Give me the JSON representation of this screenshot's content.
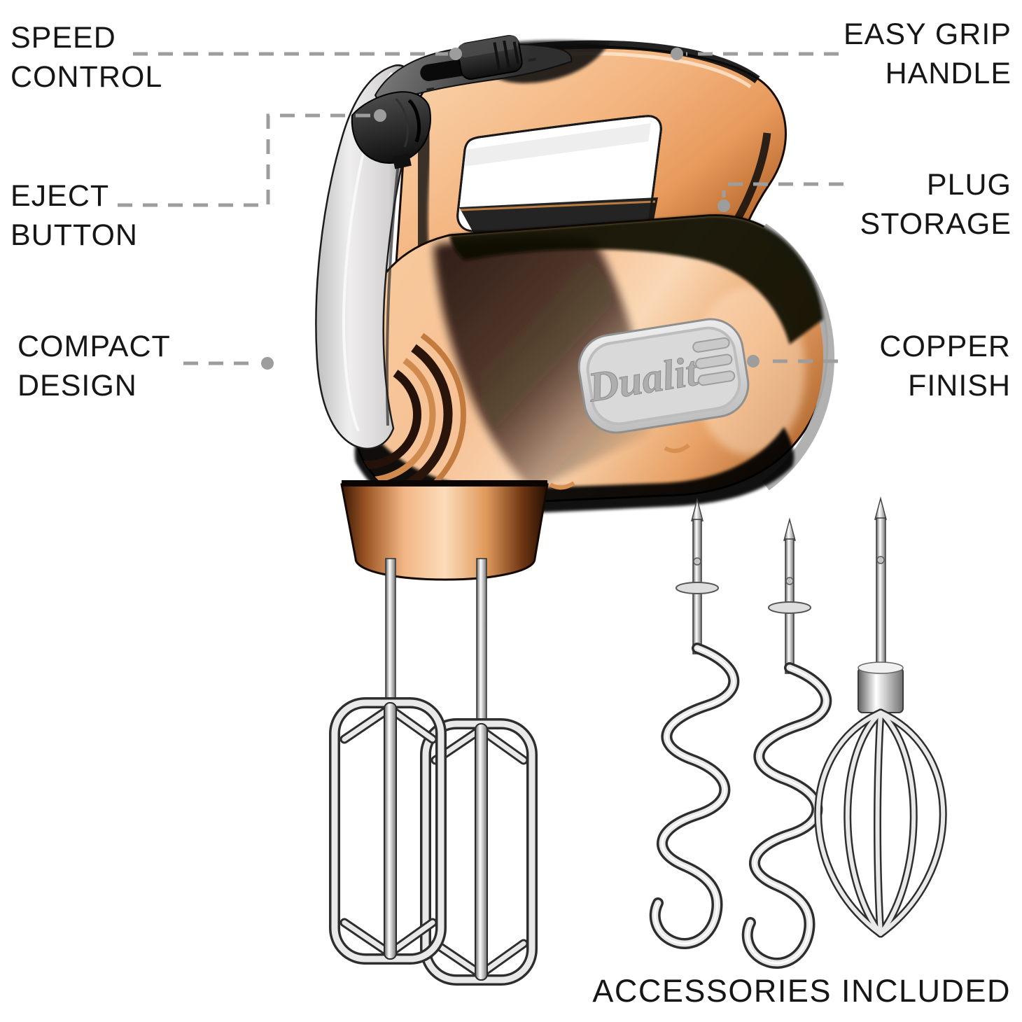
{
  "callouts": {
    "speed_control": {
      "label": "SPEED\nCONTROL"
    },
    "eject_button": {
      "label": "EJECT\nBUTTON"
    },
    "compact_design": {
      "label": "COMPACT\nDESIGN"
    },
    "easy_grip_handle": {
      "label": "EASY GRIP\nHANDLE"
    },
    "plug_storage": {
      "label": "PLUG\nSTORAGE"
    },
    "copper_finish": {
      "label": "COPPER\nFINISH"
    }
  },
  "footer": {
    "label": "ACCESSORIES INCLUDED"
  },
  "product": {
    "brand": "Dualit",
    "finish_colors": {
      "copper_light": "#fcd9b6",
      "copper_mid": "#e1914f",
      "copper_dark": "#96511d",
      "chrome": "#e9e9e9",
      "black": "#141414",
      "grey_spine": "#d6d6d6",
      "callout_grey": "#9d9d9d"
    },
    "accessories": [
      "dough-hook",
      "dough-hook",
      "balloon-whisk"
    ]
  }
}
